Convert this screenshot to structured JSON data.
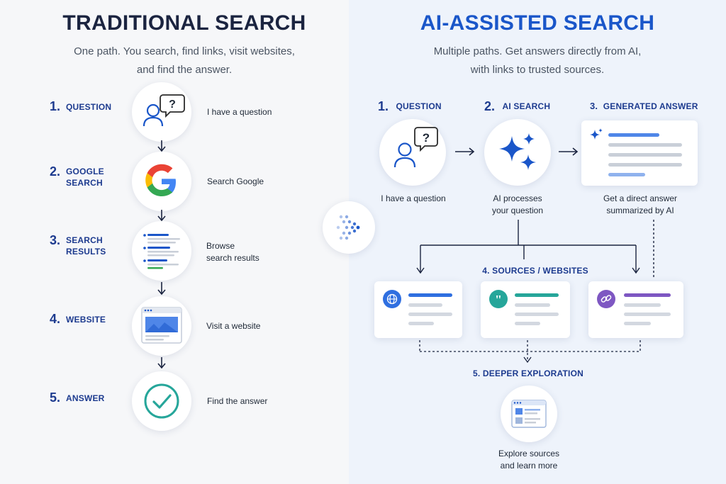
{
  "traditional": {
    "title": "TRADITIONAL SEARCH",
    "subtitle_line1": "One path. You search, find links, visit websites,",
    "subtitle_line2": "and find the answer.",
    "steps": [
      {
        "num": "1.",
        "label": "QUESTION",
        "label2": "",
        "desc": "I have a question",
        "desc2": "",
        "icon": "person-question-icon"
      },
      {
        "num": "2.",
        "label": "GOOGLE",
        "label2": "SEARCH",
        "desc": "Search Google",
        "desc2": "",
        "icon": "google-logo-icon"
      },
      {
        "num": "3.",
        "label": "SEARCH",
        "label2": "RESULTS",
        "desc": "Browse",
        "desc2": "search results",
        "icon": "search-results-icon"
      },
      {
        "num": "4.",
        "label": "WEBSITE",
        "label2": "",
        "desc": "Visit a website",
        "desc2": "",
        "icon": "browser-window-icon"
      },
      {
        "num": "5.",
        "label": "ANSWER",
        "label2": "",
        "desc": "Find the answer",
        "desc2": "",
        "icon": "checkmark-icon"
      }
    ]
  },
  "ai": {
    "title": "AI-ASSISTED SEARCH",
    "subtitle_line1": "Multiple paths. Get answers directly from AI,",
    "subtitle_line2": "with links to trusted sources.",
    "steps": [
      {
        "num": "1.",
        "label": "QUESTION",
        "desc": "I have a question",
        "desc2": ""
      },
      {
        "num": "2.",
        "label": "AI SEARCH",
        "desc": "AI processes",
        "desc2": "your question"
      },
      {
        "num": "3.",
        "label": "GENERATED ANSWER",
        "desc": "Get a direct answer",
        "desc2": "summarized by AI"
      }
    ],
    "sources_label": "4. SOURCES / WEBSITES",
    "deeper_label": "5. DEEPER EXPLORATION",
    "deeper_desc1": "Explore sources",
    "deeper_desc2": "and learn more",
    "source_cards": [
      {
        "icon": "globe-icon",
        "accent": "#2f6fe0"
      },
      {
        "icon": "quote-icon",
        "accent": "#26a69a"
      },
      {
        "icon": "link-icon",
        "accent": "#7e57c2"
      }
    ]
  },
  "colors": {
    "navy": "#1d3b8f",
    "blue": "#1a56c9",
    "teal": "#26a69a",
    "purple": "#7e57c2"
  }
}
